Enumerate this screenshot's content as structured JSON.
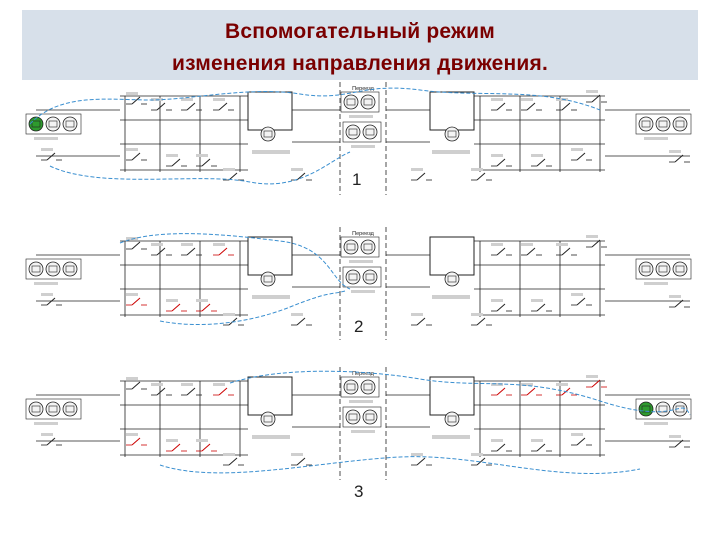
{
  "title": {
    "line1": "Вспомогательный режим",
    "line2": "изменения направления движения."
  },
  "panels": [
    {
      "number": "1",
      "crossing_label": "Переезд"
    },
    {
      "number": "2",
      "crossing_label": "Переезд"
    },
    {
      "number": "3",
      "crossing_label": "Переезд"
    }
  ],
  "colors": {
    "title_text": "#7a0000",
    "title_band": "#d7e0ea",
    "wire": "#222222",
    "active_contact": "#cc0000",
    "relay_active": "#2e9b2e",
    "signal_path": "#3a8fd0"
  }
}
